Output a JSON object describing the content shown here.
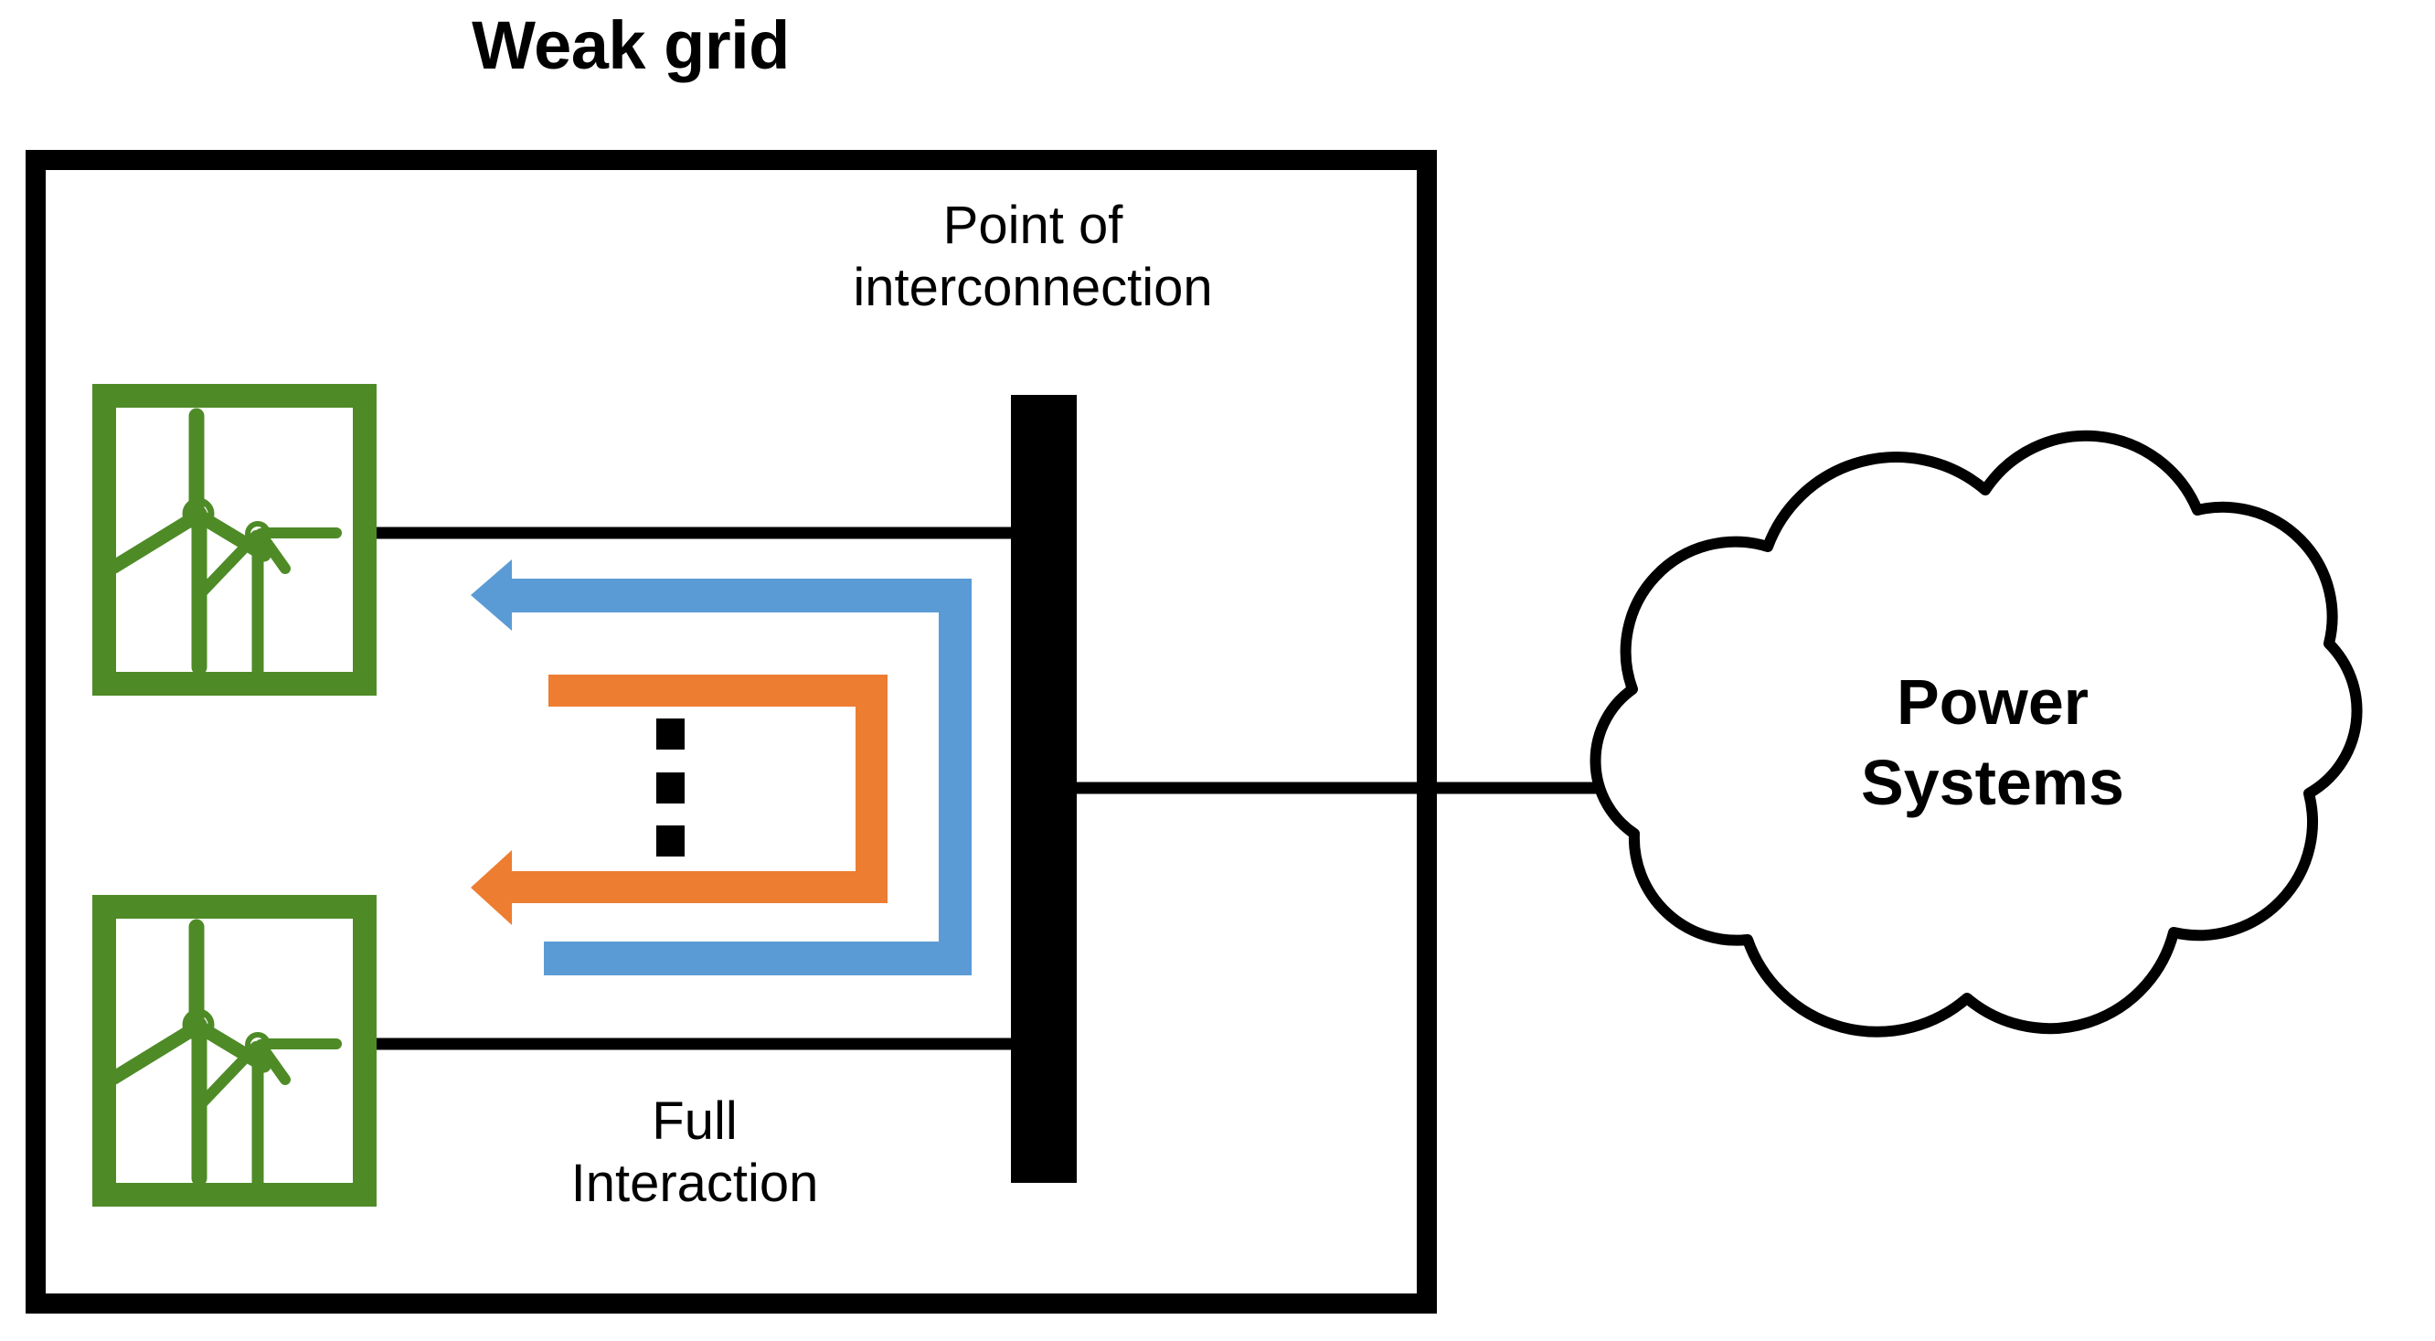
{
  "diagram": {
    "title": "Weak grid",
    "type": "power-system-single-line-diagram",
    "labels": {
      "weak_grid": "Weak grid",
      "point_of_interconnection": "Point of\ninterconnection",
      "full_interaction": "Full\nInteraction",
      "power_systems": "Power\nSystems"
    },
    "colors": {
      "frame": "#000000",
      "busbar": "#000000",
      "wire": "#000000",
      "wind_farm_green": "#4E8B27",
      "interaction_arrow_blue": "#5B9BD5",
      "interaction_arrow_orange": "#ED7D31",
      "cloud_outline": "#000000",
      "background": "#FFFFFF",
      "ellipsis_dot": "#000000"
    },
    "nodes": [
      {
        "id": "wind-farm-top",
        "name": "wind-farm-icon-top",
        "kind": "wind-farm",
        "icon": "wind-turbine-icon",
        "turbine_count": 2
      },
      {
        "id": "wind-farm-bottom",
        "name": "wind-farm-icon-bottom",
        "kind": "wind-farm",
        "icon": "wind-turbine-icon",
        "turbine_count": 2
      },
      {
        "id": "busbar",
        "name": "point-of-interconnection-busbar",
        "kind": "busbar",
        "label": "Point of interconnection"
      },
      {
        "id": "power-systems",
        "name": "power-systems-cloud",
        "kind": "cloud",
        "label": "Power Systems"
      }
    ],
    "connections": [
      {
        "from": "wind-farm-top",
        "to": "busbar",
        "style": "solid-black-line"
      },
      {
        "from": "wind-farm-bottom",
        "to": "busbar",
        "style": "solid-black-line"
      },
      {
        "from": "busbar",
        "to": "power-systems",
        "style": "solid-black-line"
      }
    ],
    "interaction_arrows": [
      {
        "id": "arrow-blue",
        "name": "full-interaction-arrow-blue",
        "color": "#5B9BD5",
        "direction": "left",
        "path": "from bottom wind farm feeder up and around to top wind farm feeder",
        "meaning": "Full Interaction"
      },
      {
        "id": "arrow-orange",
        "name": "full-interaction-arrow-orange",
        "color": "#ED7D31",
        "direction": "left",
        "path": "from upper feeder down and around to lower feeder",
        "meaning": "Full Interaction"
      }
    ],
    "ellipsis": {
      "name": "vertical-ellipsis",
      "dot_count": 3,
      "meaning": "additional wind farms omitted"
    }
  }
}
